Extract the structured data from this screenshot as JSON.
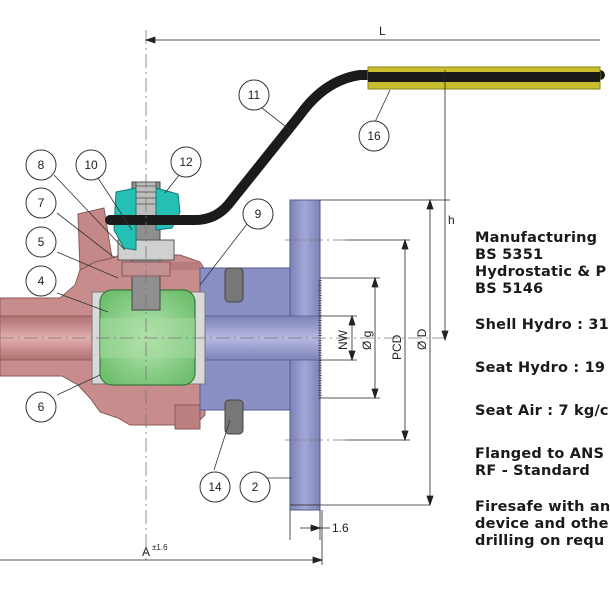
{
  "callouts": [
    "11",
    "16",
    "8",
    "10",
    "12",
    "7",
    "9",
    "5",
    "4",
    "6",
    "14",
    "2"
  ],
  "dimensions": {
    "L": "L",
    "h": "h",
    "NW": "NW",
    "g": "Ø g",
    "PCD": "PCD",
    "D": "Ø D",
    "flange_offset": "1.6",
    "A": "A",
    "A_tol": "±1.6"
  },
  "notes": {
    "manufacturing": "Manufacturing",
    "bs5351": "BS 5351",
    "hydrostatic": "Hydrostatic & P",
    "bs5146": "BS 5146",
    "shell_hydro": "Shell Hydro : 31",
    "seat_hydro": "Seat Hydro : 19",
    "seat_air": "Seat Air : 7 kg/c",
    "flanged": "Flanged to ANS",
    "rf_standard": "RF - Standard",
    "firesafe": "Firesafe with an",
    "device": "device and othe",
    "drilling": "drilling on requ"
  },
  "colors": {
    "body": "#c88c8c",
    "bore": "#d99f9f",
    "flange": "#8a8fc4",
    "ball": "#8fd08f",
    "seat": "#d9d9d9",
    "gland": "#25c0b5",
    "stem": "#888888",
    "handle": "#1b1b1b",
    "sleeve": "#c8be2e"
  }
}
